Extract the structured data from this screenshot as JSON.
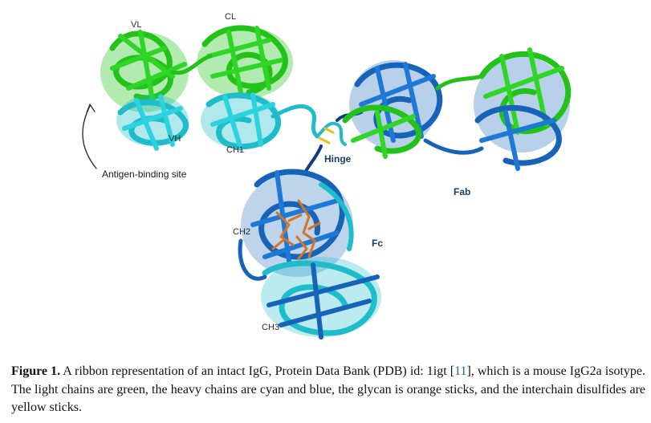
{
  "figure": {
    "labels": {
      "vl": "VL",
      "cl": "CL",
      "vh": "VH",
      "ch1": "CH1",
      "ch2": "CH2",
      "ch3": "CH3",
      "hinge": "Hinge",
      "fab": "Fab",
      "fc": "Fc",
      "antigen_site": "Antigen-binding site"
    },
    "colors": {
      "light_chain": "#22c21a",
      "heavy_chain_cyan": "#1fbcc9",
      "heavy_chain_blue": "#1763b8",
      "glycan": "#d9731e",
      "disulfide": "#e6c21a"
    }
  },
  "caption": {
    "label": "Figure 1.",
    "text_before_ref": " A ribbon representation of an intact IgG, Protein Data Bank (PDB) id: 1igt [",
    "ref": "11",
    "text_after_ref": "], which is a mouse IgG2a isotype. The light chains are green, the heavy chains are cyan and blue, the glycan is orange sticks, and the interchain disulfides are yellow sticks."
  }
}
